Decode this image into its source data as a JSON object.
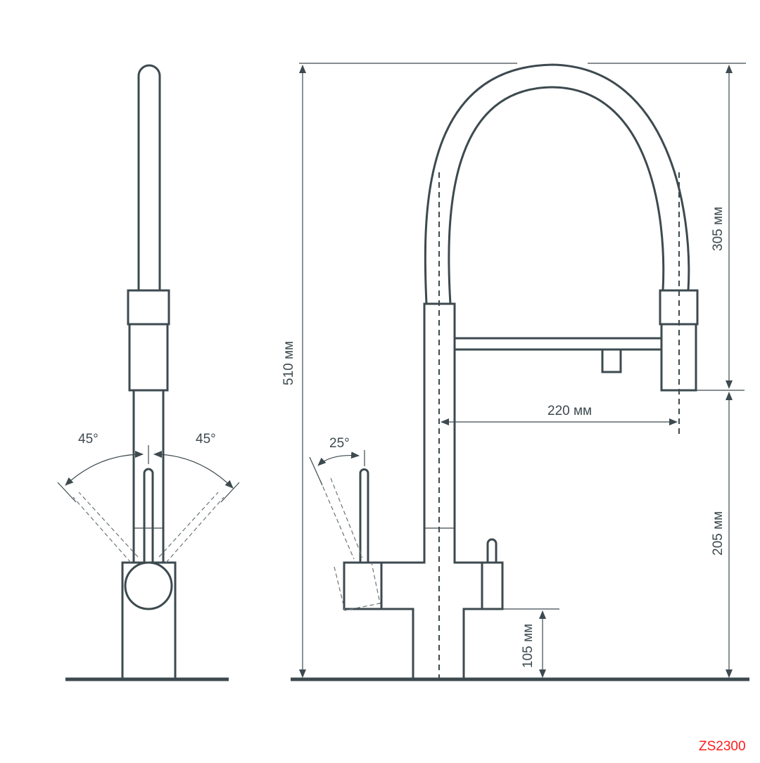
{
  "model_code": "ZS2300",
  "colors": {
    "line": "#3d4a4f",
    "code": "#ff1a1a"
  },
  "front_view": {
    "angle_left": "45°",
    "angle_right": "45°"
  },
  "side_view": {
    "handle_angle": "25°",
    "total_height": "510 мм",
    "hose_height": "305 мм",
    "reach": "220 мм",
    "spout_height": "205 мм",
    "body_height": "105 мм"
  }
}
